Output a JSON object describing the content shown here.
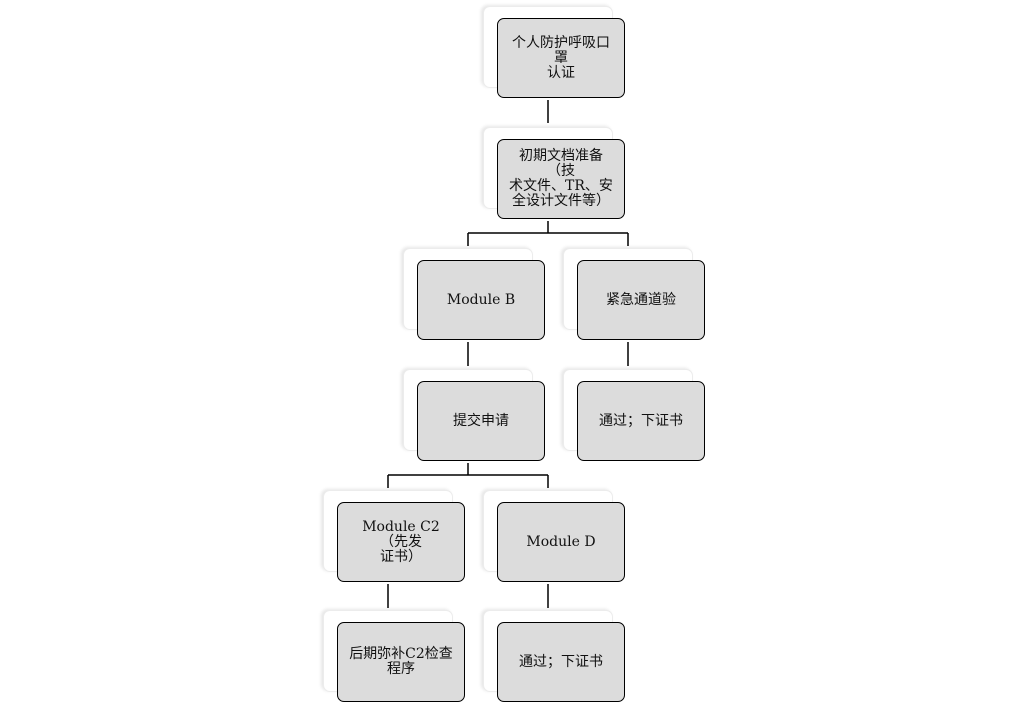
{
  "diagram": {
    "nodes": {
      "root": {
        "label": "个人防护呼吸口罩\n认证"
      },
      "docs": {
        "label": "初期文档准备（技\n术文件、TR、安\n全设计文件等）"
      },
      "module_b": {
        "label": "Module B"
      },
      "emergency": {
        "label": "紧急通道验"
      },
      "submit": {
        "label": "提交申请"
      },
      "pass_cert_1": {
        "label": "通过；下证书"
      },
      "module_c2": {
        "label": "Module C2 （先发\n证书）"
      },
      "module_d": {
        "label": "Module D"
      },
      "c2_followup": {
        "label": "后期弥补C2检查\n程序"
      },
      "pass_cert_2": {
        "label": "通过；下证书"
      }
    },
    "edges": [
      [
        "root",
        "docs"
      ],
      [
        "docs",
        "module_b"
      ],
      [
        "docs",
        "emergency"
      ],
      [
        "module_b",
        "submit"
      ],
      [
        "emergency",
        "pass_cert_1"
      ],
      [
        "submit",
        "module_c2"
      ],
      [
        "submit",
        "module_d"
      ],
      [
        "module_c2",
        "c2_followup"
      ],
      [
        "module_d",
        "pass_cert_2"
      ]
    ]
  }
}
